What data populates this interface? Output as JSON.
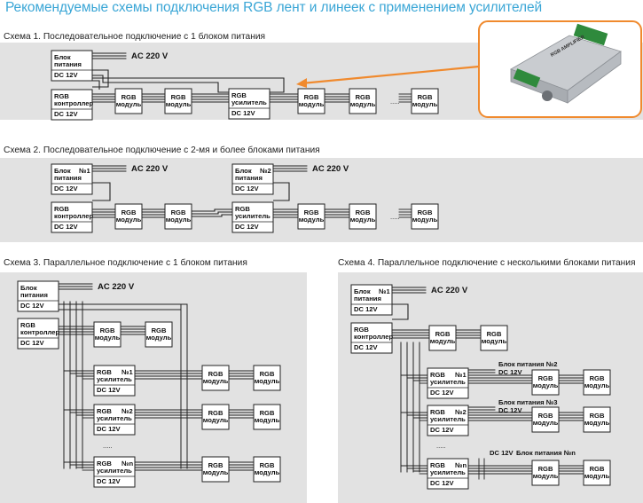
{
  "title": "Рекомендуемые схемы подключения RGB лент и линеек с применением усилителей",
  "colors": {
    "accent": "#3aa6d6",
    "callout": "#f08a2e",
    "panel": "#e2e2e2",
    "line": "#222222"
  },
  "photo": {
    "label": "RGB AMPLIFIER",
    "icon": "rgb-amplifier-photo-icon"
  },
  "labels": {
    "ps_line1": "Блок",
    "ps_line2": "питания",
    "dc": "DC 12V",
    "ctrl_line1": "RGB",
    "ctrl_line2": "контроллер",
    "amp_line1": "RGB",
    "amp_line2": "усилитель",
    "mod_line1": "RGB",
    "mod_line2": "модуль",
    "ac": "AC 220 V",
    "n1": "№1",
    "n2": "№2",
    "n3": "№3",
    "nn": "№n",
    "ps_no2": "Блок питания №2",
    "ps_no3": "Блок питания №3",
    "ps_non": "Блок питания №n",
    "dots": "....."
  },
  "schemes": {
    "s1": "Схема 1.   Последовательное подключение с 1 блоком питания",
    "s2": "Схема 2.   Последовательное подключение с 2-мя и более блоками питания",
    "s3": "Схема 3.   Параллельное подключение с 1 блоком питания",
    "s4": "Схема 4.   Параллельное подключение с несколькими блоками питания"
  }
}
